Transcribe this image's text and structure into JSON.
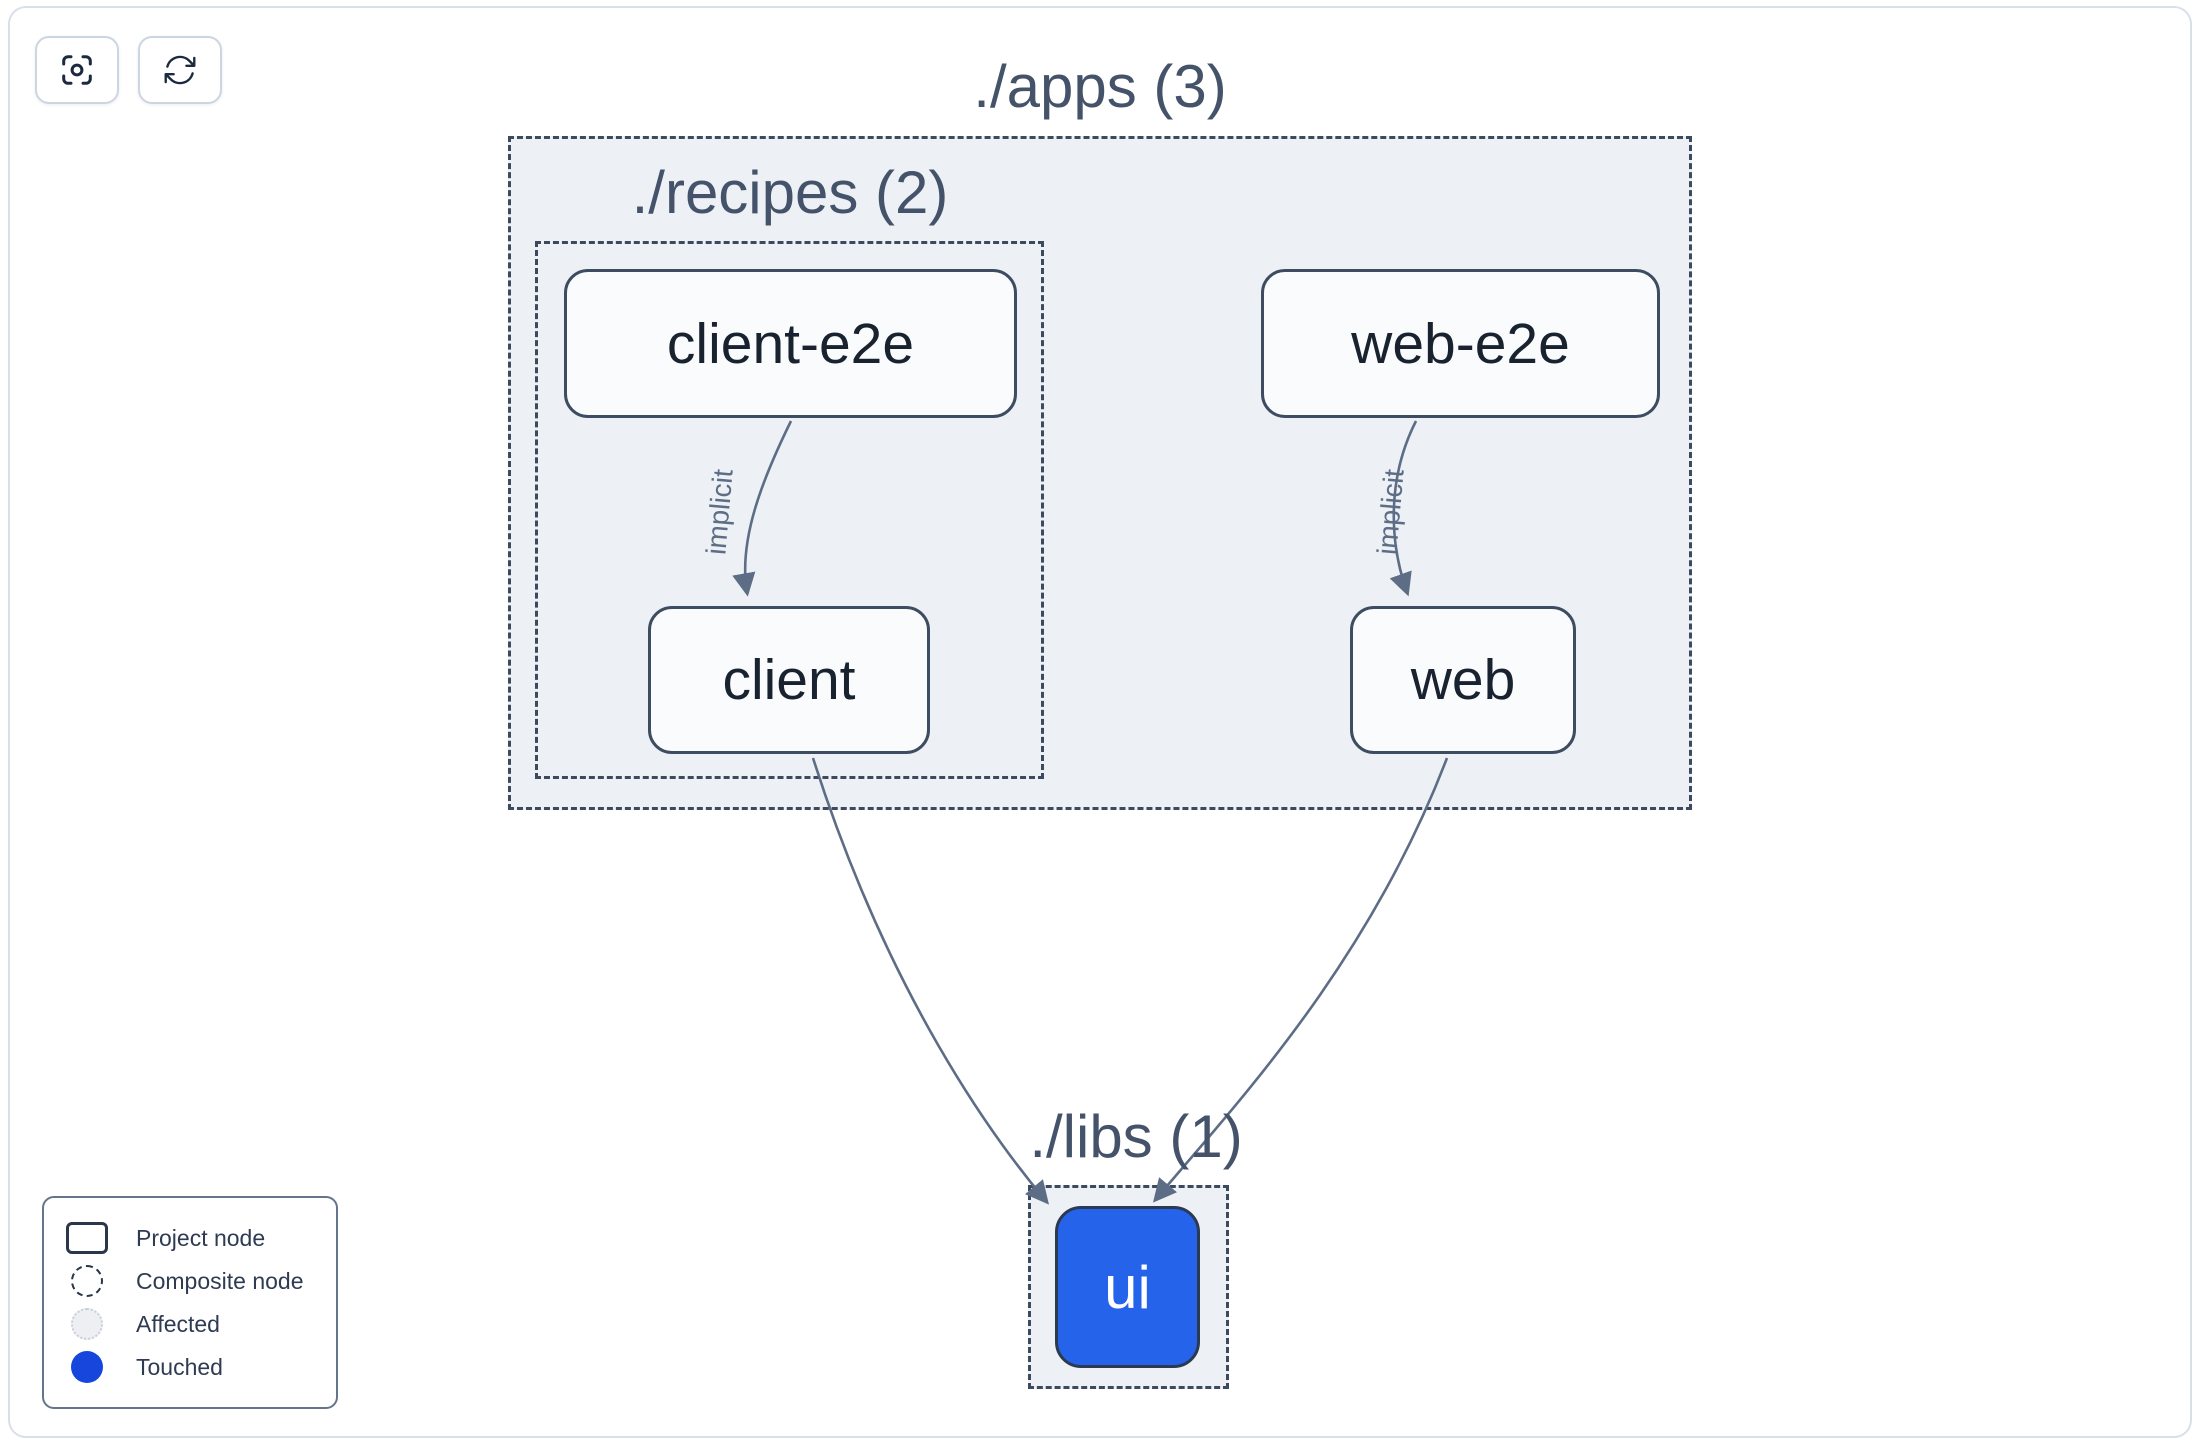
{
  "toolbar": {
    "buttons": [
      {
        "name": "center-graph",
        "icon": "focus-target-icon"
      },
      {
        "name": "refresh-graph",
        "icon": "refresh-icon"
      }
    ]
  },
  "graph": {
    "groups": [
      {
        "id": "apps",
        "label": "./apps (3)"
      },
      {
        "id": "recipes",
        "label": "./recipes (2)"
      },
      {
        "id": "libs",
        "label": "./libs (1)"
      }
    ],
    "nodes": [
      {
        "id": "client-e2e",
        "label": "client-e2e",
        "state": "default"
      },
      {
        "id": "web-e2e",
        "label": "web-e2e",
        "state": "default"
      },
      {
        "id": "client",
        "label": "client",
        "state": "default"
      },
      {
        "id": "web",
        "label": "web",
        "state": "default"
      },
      {
        "id": "ui",
        "label": "ui",
        "state": "touched"
      }
    ],
    "edges": [
      {
        "from": "client-e2e",
        "to": "client",
        "label": "implicit"
      },
      {
        "from": "web-e2e",
        "to": "web",
        "label": "implicit"
      },
      {
        "from": "client",
        "to": "ui",
        "label": ""
      },
      {
        "from": "web",
        "to": "ui",
        "label": ""
      }
    ]
  },
  "legend": {
    "items": [
      {
        "label": "Project node",
        "swatch": "project-node-outline"
      },
      {
        "label": "Composite node",
        "swatch": "dashed-circle-outline"
      },
      {
        "label": "Affected",
        "swatch": "affected-circle"
      },
      {
        "label": "Touched",
        "swatch": "touched-circle"
      }
    ]
  },
  "colors": {
    "container_fill": "#edf1f5",
    "dashed_border": "#3d4a5e",
    "node_border": "#3e4c61",
    "node_fill": "#fafbfd",
    "edge": "#5d6d86",
    "touched_node_fill": "#2563eb",
    "touched_legend_dot": "#1646dc",
    "title_text": "#45536a",
    "node_text": "#19222f"
  }
}
